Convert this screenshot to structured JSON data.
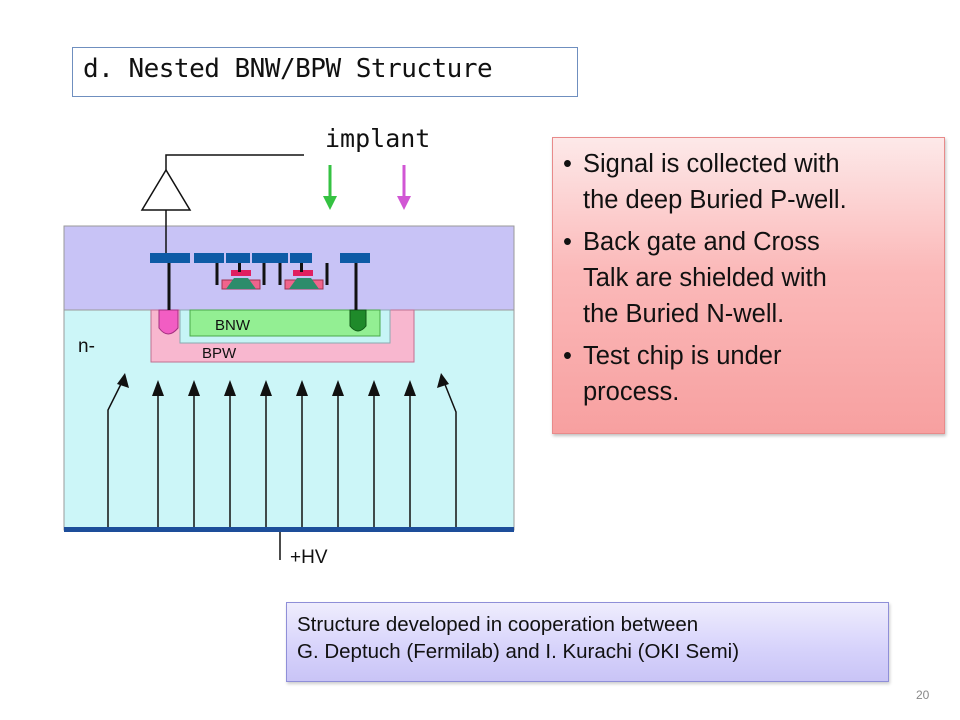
{
  "slide": {
    "title": "d. Nested BNW/BPW Structure",
    "page_number": "20"
  },
  "diagram": {
    "implant_label": "implant",
    "bnw_label": "BNW",
    "bpw_label": "BPW",
    "substrate_label": "n-",
    "hv_label": "+HV",
    "colors": {
      "oxide_layer": "#c8c3f6",
      "substrate": "#ccf6f8",
      "bpw": "#f8b7cf",
      "bnw_frame": "#c6f4f6",
      "bnw": "#93ef93",
      "metal": "#0e5ba6",
      "green_arrow": "#35c242",
      "magenta_arrow": "#d156d4",
      "backplane": "#1d4e9a"
    }
  },
  "bullets": [
    "Signal is collected with the deep Buried P-well.",
    "Back gate and Cross Talk are shielded with the Buried N-well.",
    "Test chip is under process."
  ],
  "bullet_lines": [
    [
      "Signal is collected with",
      "the deep Buried P-well."
    ],
    [
      "Back gate and Cross",
      "Talk are shielded with",
      "the Buried N-well."
    ],
    [
      "Test chip is under",
      "process."
    ]
  ],
  "note": {
    "line1": "Structure developed in cooperation between",
    "line2": "G. Deptuch (Fermilab) and I. Kurachi (OKI Semi)"
  }
}
